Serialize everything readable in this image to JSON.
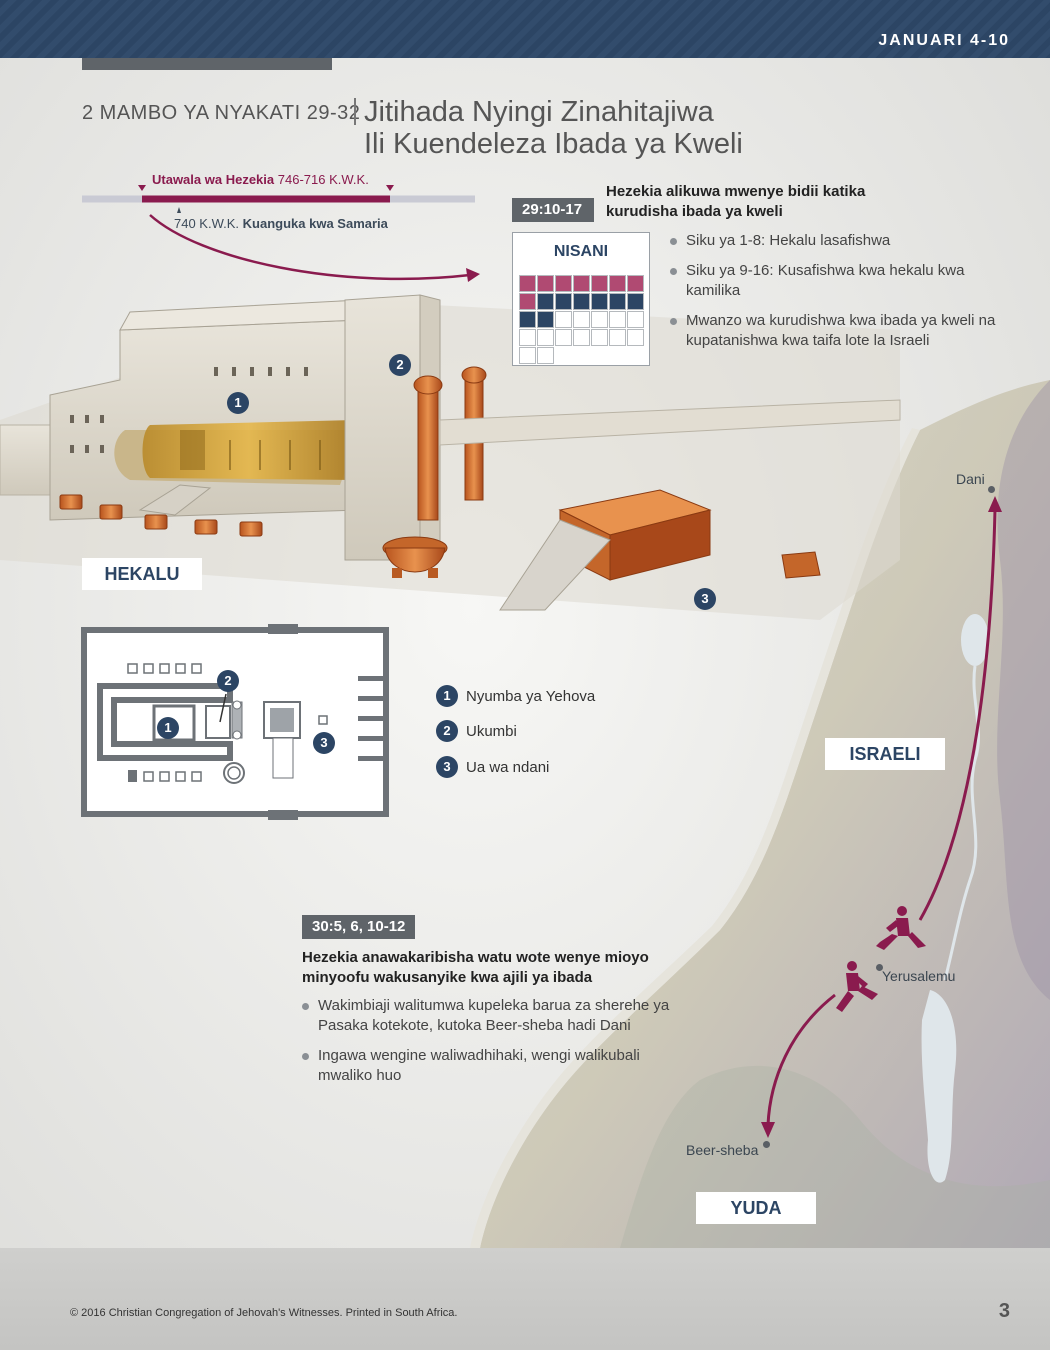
{
  "header": {
    "date_range": "JANUARI 4-10"
  },
  "title_block": {
    "scripture_ref": "2 MAMBO YA NYAKATI 29-32",
    "title_line1": "Jitihada Nyingi Zinahitajiwa",
    "title_line2": "Ili Kuendeleza Ibada ya Kweli"
  },
  "timeline": {
    "reign_label": "Utawala wa Hezekia",
    "reign_years": "746-716 K.W.K.",
    "fall_year": "740 K.W.K.",
    "fall_label": "Kuanguka kwa Samaria"
  },
  "section1": {
    "verse_ref": "29:10-17",
    "heading": "Hezekia alikuwa mwenye bidii katika kurudisha ibada ya kweli",
    "bullets": [
      "Siku ya 1-8: Hekalu lasafishwa",
      "Siku ya 9-16: Kusafishwa kwa hekalu kwa kamilika",
      "Mwanzo wa kurudishwa kwa ibada ya kweli na kupatanishwa kwa taifa lote la Israeli"
    ]
  },
  "calendar": {
    "month": "NISANI",
    "cleansed_days": 8,
    "completed_days": 8,
    "total_days": 30,
    "colors": {
      "cleansed": "#b04a72",
      "completed": "#2c4564"
    }
  },
  "temple": {
    "label": "HEKALU",
    "markers": [
      "1",
      "2",
      "3"
    ]
  },
  "legend": {
    "items": [
      {
        "num": "1",
        "label": "Nyumba ya Yehova"
      },
      {
        "num": "2",
        "label": "Ukumbi"
      },
      {
        "num": "3",
        "label": "Ua wa ndani"
      }
    ]
  },
  "section2": {
    "verse_ref": "30:5, 6, 10-12",
    "heading": "Hezekia anawakaribisha watu wote wenye mioyo minyoofu wakusanyike kwa ajili ya ibada",
    "bullets": [
      "Wakimbiaji walitumwa kupeleka barua za sherehe ya Pasaka kotekote, kutoka Beer-sheba hadi Dani",
      "Ingawa wengine waliwadhihaki, wengi walikubali mwaliko huo"
    ]
  },
  "map": {
    "region_israel": "ISRAELI",
    "region_judah": "YUDA",
    "cities": {
      "dan": "Dani",
      "jerusalem": "Yerusalemu",
      "beersheba": "Beer-sheba"
    }
  },
  "footer": {
    "copyright": "© 2016 Christian Congregation of Jehovah's Witnesses. Printed in South Africa.",
    "page_number": "3"
  },
  "colors": {
    "navy": "#2c4564",
    "maroon": "#8a1b4e",
    "gray_badge": "#5f6469"
  }
}
